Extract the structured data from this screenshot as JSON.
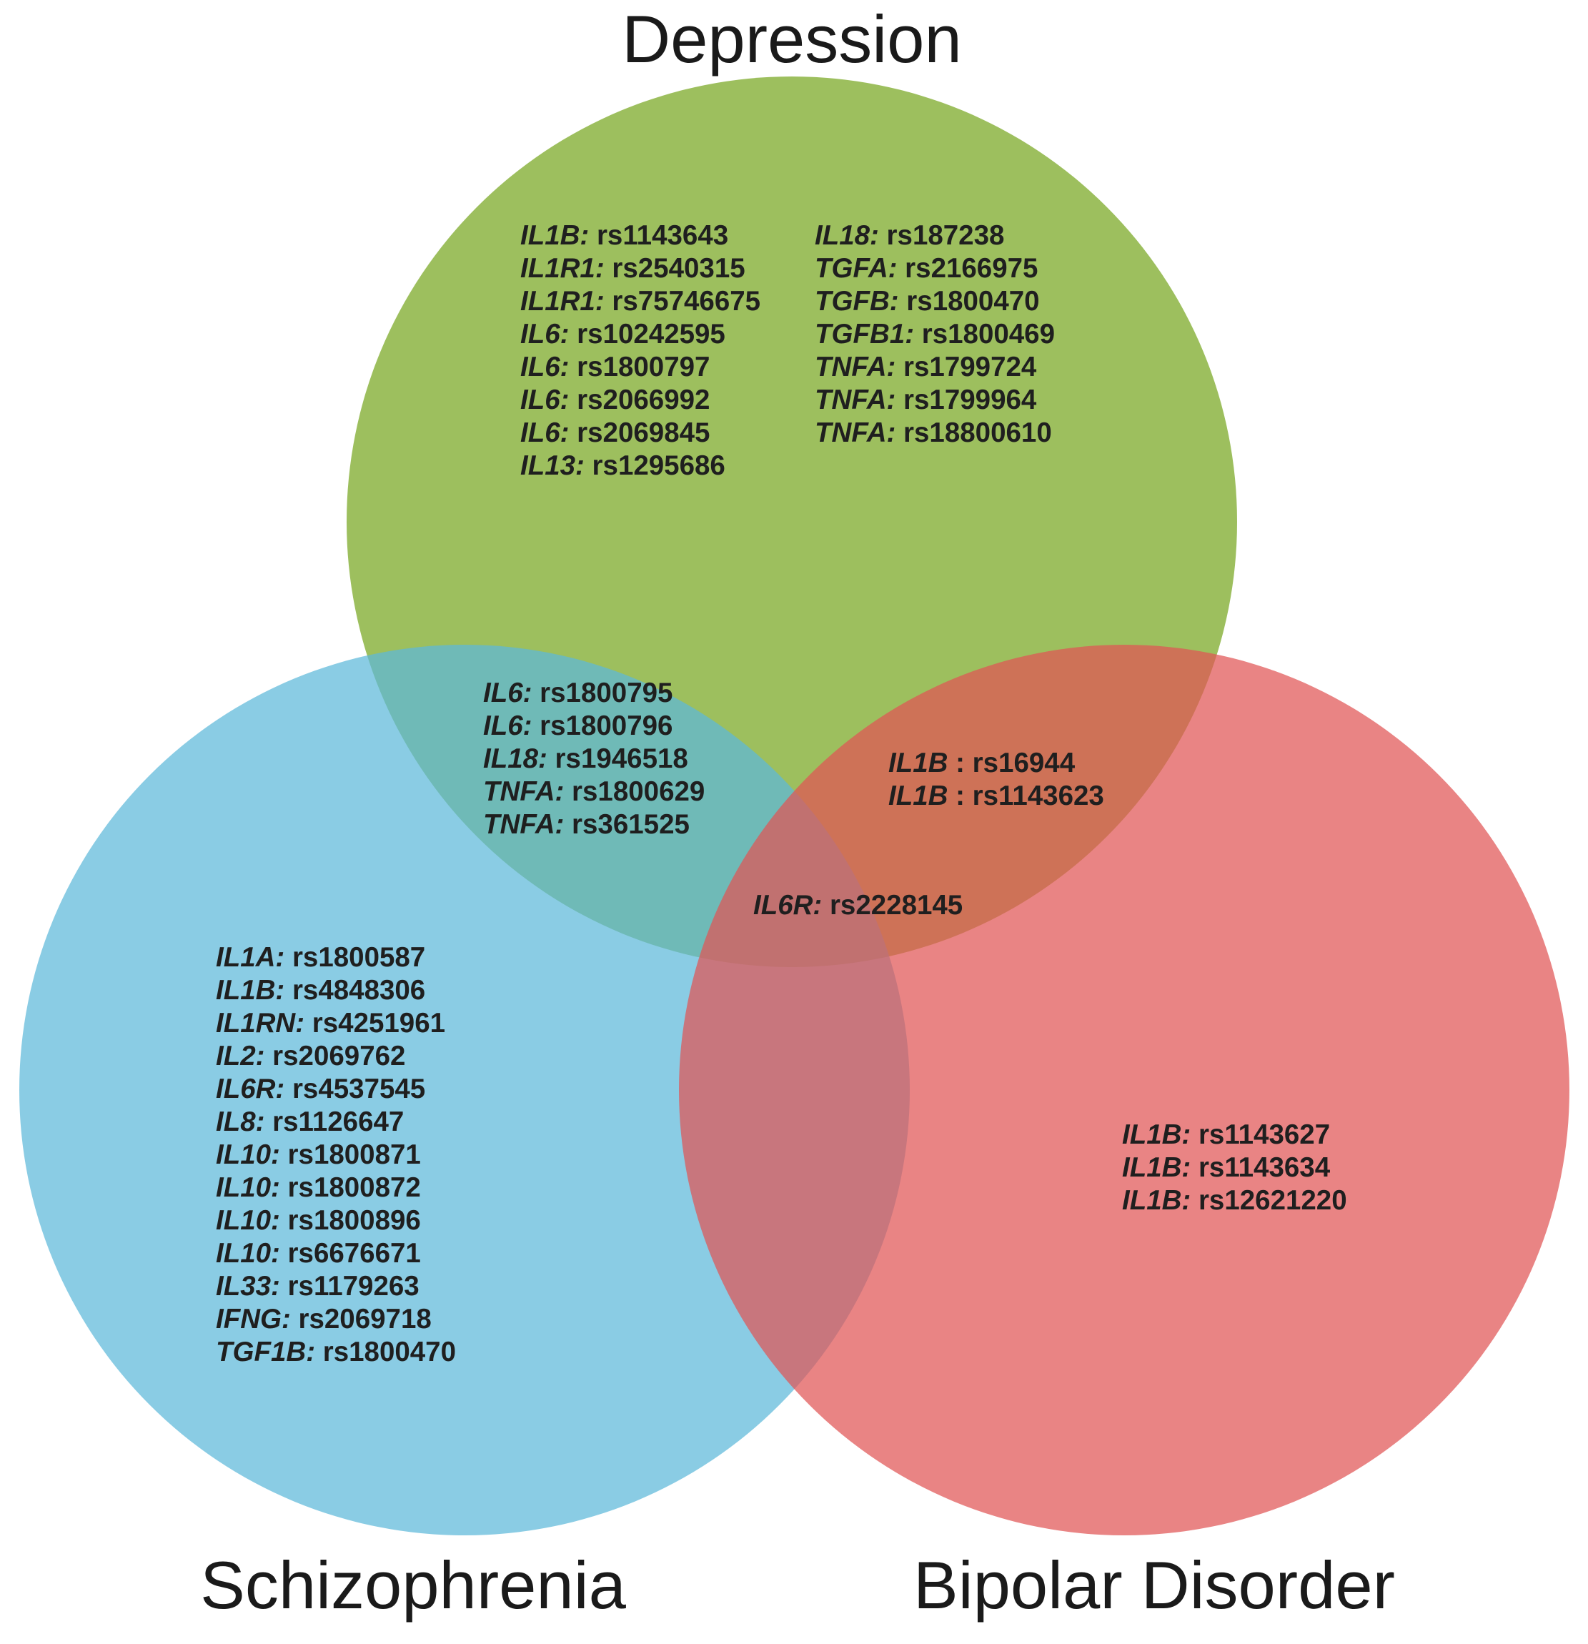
{
  "colors": {
    "depression": "#9dbf5e",
    "schizophrenia": "#5db8d9",
    "bipolar": "#e05555",
    "text": "#1f1f1f"
  },
  "sets": {
    "depression": {
      "label": "Depression"
    },
    "schizophrenia": {
      "label": "Schizophrenia"
    },
    "bipolar": {
      "label": "Bipolar Disorder"
    }
  },
  "regions": {
    "depression_only_col1": [
      {
        "gene": "IL1B:",
        "snp": " rs1143643"
      },
      {
        "gene": "IL1R1:",
        "snp": " rs2540315"
      },
      {
        "gene": "IL1R1:",
        "snp": " rs75746675"
      },
      {
        "gene": "IL6:",
        "snp": " rs10242595"
      },
      {
        "gene": "IL6:",
        "snp": " rs1800797"
      },
      {
        "gene": "IL6:",
        "snp": " rs2066992"
      },
      {
        "gene": "IL6:",
        "snp": " rs2069845"
      },
      {
        "gene": "IL13:",
        "snp": " rs1295686"
      }
    ],
    "depression_only_col2": [
      {
        "gene": "IL18:",
        "snp": " rs187238"
      },
      {
        "gene": "TGFA:",
        "snp": " rs2166975"
      },
      {
        "gene": "TGFB:",
        "snp": " rs1800470"
      },
      {
        "gene": "TGFB1:",
        "snp": " rs1800469"
      },
      {
        "gene": "TNFA:",
        "snp": " rs1799724"
      },
      {
        "gene": "TNFA:",
        "snp": " rs1799964"
      },
      {
        "gene": "TNFA:",
        "snp": " rs18800610"
      }
    ],
    "depression_schizophrenia": [
      {
        "gene": "IL6:",
        "snp": " rs1800795"
      },
      {
        "gene": "IL6:",
        "snp": " rs1800796"
      },
      {
        "gene": "IL18:",
        "snp": " rs1946518"
      },
      {
        "gene": "TNFA:",
        "snp": " rs1800629"
      },
      {
        "gene": "TNFA:",
        "snp": " rs361525"
      }
    ],
    "depression_bipolar": [
      {
        "gene": "IL1B",
        "snp": ": rs16944"
      },
      {
        "gene": "IL1B",
        "snp": ": rs1143623"
      }
    ],
    "all_three": [
      {
        "gene": "IL6R:",
        "snp": " rs2228145"
      }
    ],
    "schizophrenia_only": [
      {
        "gene": "IL1A:",
        "snp": " rs1800587"
      },
      {
        "gene": "IL1B:",
        "snp": " rs4848306"
      },
      {
        "gene": "IL1RN:",
        "snp": " rs4251961"
      },
      {
        "gene": "IL2:",
        "snp": " rs2069762"
      },
      {
        "gene": "IL6R:",
        "snp": " rs4537545"
      },
      {
        "gene": "IL8:",
        "snp": " rs1126647"
      },
      {
        "gene": "IL10:",
        "snp": " rs1800871"
      },
      {
        "gene": "IL10:",
        "snp": " rs1800872"
      },
      {
        "gene": "IL10:",
        "snp": " rs1800896"
      },
      {
        "gene": "IL10:",
        "snp": " rs6676671"
      },
      {
        "gene": "IL33:",
        "snp": " rs1179263"
      },
      {
        "gene": "IFNG:",
        "snp": " rs2069718"
      },
      {
        "gene": "TGF1B:",
        "snp": " rs1800470"
      }
    ],
    "bipolar_only": [
      {
        "gene": "IL1B:",
        "snp": " rs1143627"
      },
      {
        "gene": "IL1B:",
        "snp": " rs1143634"
      },
      {
        "gene": "IL1B:",
        "snp": " rs12621220"
      }
    ]
  }
}
